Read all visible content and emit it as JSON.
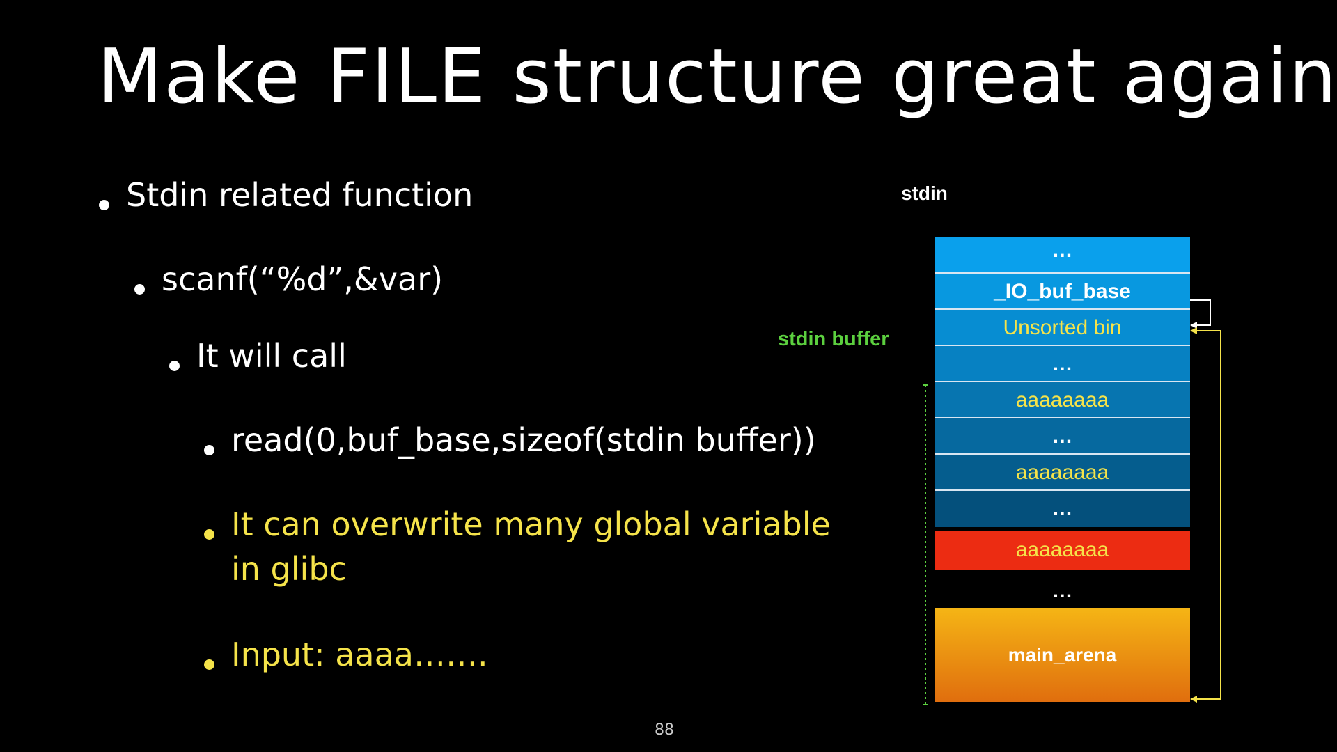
{
  "title": "Make FILE structure great again",
  "bullets": {
    "b1": "Stdin related function",
    "b2": "scanf(“%d”,&var)",
    "b3": "It will call",
    "b4": "read(0,buf_base,sizeof(stdin buffer))",
    "b5_line1": "It can overwrite many global variable",
    "b5_line2": "in glibc",
    "b6": "Input: aaaa……."
  },
  "diagram": {
    "stdin_label": "stdin",
    "stdin_buffer_label": "stdin buffer",
    "cells": [
      "…",
      "_IO_buf_base",
      "Unsorted bin",
      "…",
      "aaaaaaaa",
      "…",
      "aaaaaaaa",
      "…"
    ],
    "red_cell": "aaaaaaaa",
    "gap_dots": "…",
    "main_arena": "main_arena"
  },
  "colors": {
    "background": "#000000",
    "highlight_text": "#f5e34a",
    "stdin_buffer_label": "#5cd03f",
    "overwritten_cell": "#ec2c12",
    "main_arena_top": "#f5b515",
    "main_arena_bottom": "#e06e0e"
  },
  "page_number": "88"
}
